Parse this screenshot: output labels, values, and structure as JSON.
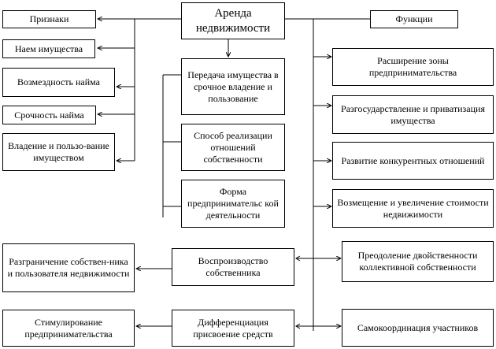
{
  "title": "Аренда недвижимости",
  "features_header": "Признаки",
  "features": [
    "Наем имущества",
    "Возмездность найма",
    "Срочность найма",
    "Владение и пользо-вание имуществом"
  ],
  "center": [
    "Передача имущества в срочное владение и пользование",
    "Способ реализации отношений собственности",
    "Форма предпринимательс кой деятельности"
  ],
  "functions_header": "Функции",
  "functions": [
    "Расширение зоны предпринимательства",
    "Разгосударствление и приватизация имущества",
    "Развитие конкурентных отношений",
    "Возмещение и увеличение стоимости недвижимости",
    "Преодоление двойственности коллективной собственности",
    "Самокоординация участников"
  ],
  "bottom_center": [
    "Воспроизводство собственника",
    "Дифференциация присвоение средств"
  ],
  "bottom_left": [
    "Разграничение собствен-ника и пользователя недвижимости",
    "Стимулирование предпринимательства"
  ]
}
